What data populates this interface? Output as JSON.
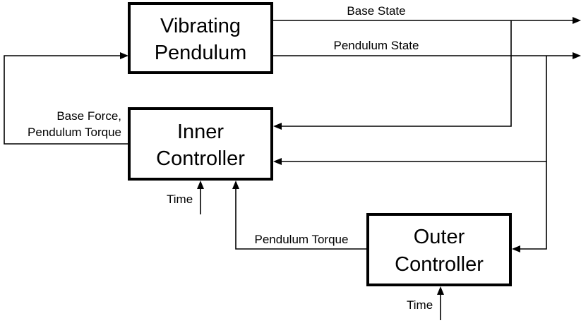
{
  "blocks": {
    "vibrating_pendulum": {
      "line1": "Vibrating",
      "line2": "Pendulum"
    },
    "inner_controller": {
      "line1": "Inner",
      "line2": "Controller"
    },
    "outer_controller": {
      "line1": "Outer",
      "line2": "Controller"
    }
  },
  "signals": {
    "base_state": "Base State",
    "pendulum_state": "Pendulum State",
    "base_force_line1": "Base Force,",
    "base_force_line2": "Pendulum Torque",
    "pendulum_torque": "Pendulum Torque",
    "time_inner": "Time",
    "time_outer": "Time"
  },
  "colors": {
    "stroke": "#000000",
    "background": "#ffffff"
  }
}
